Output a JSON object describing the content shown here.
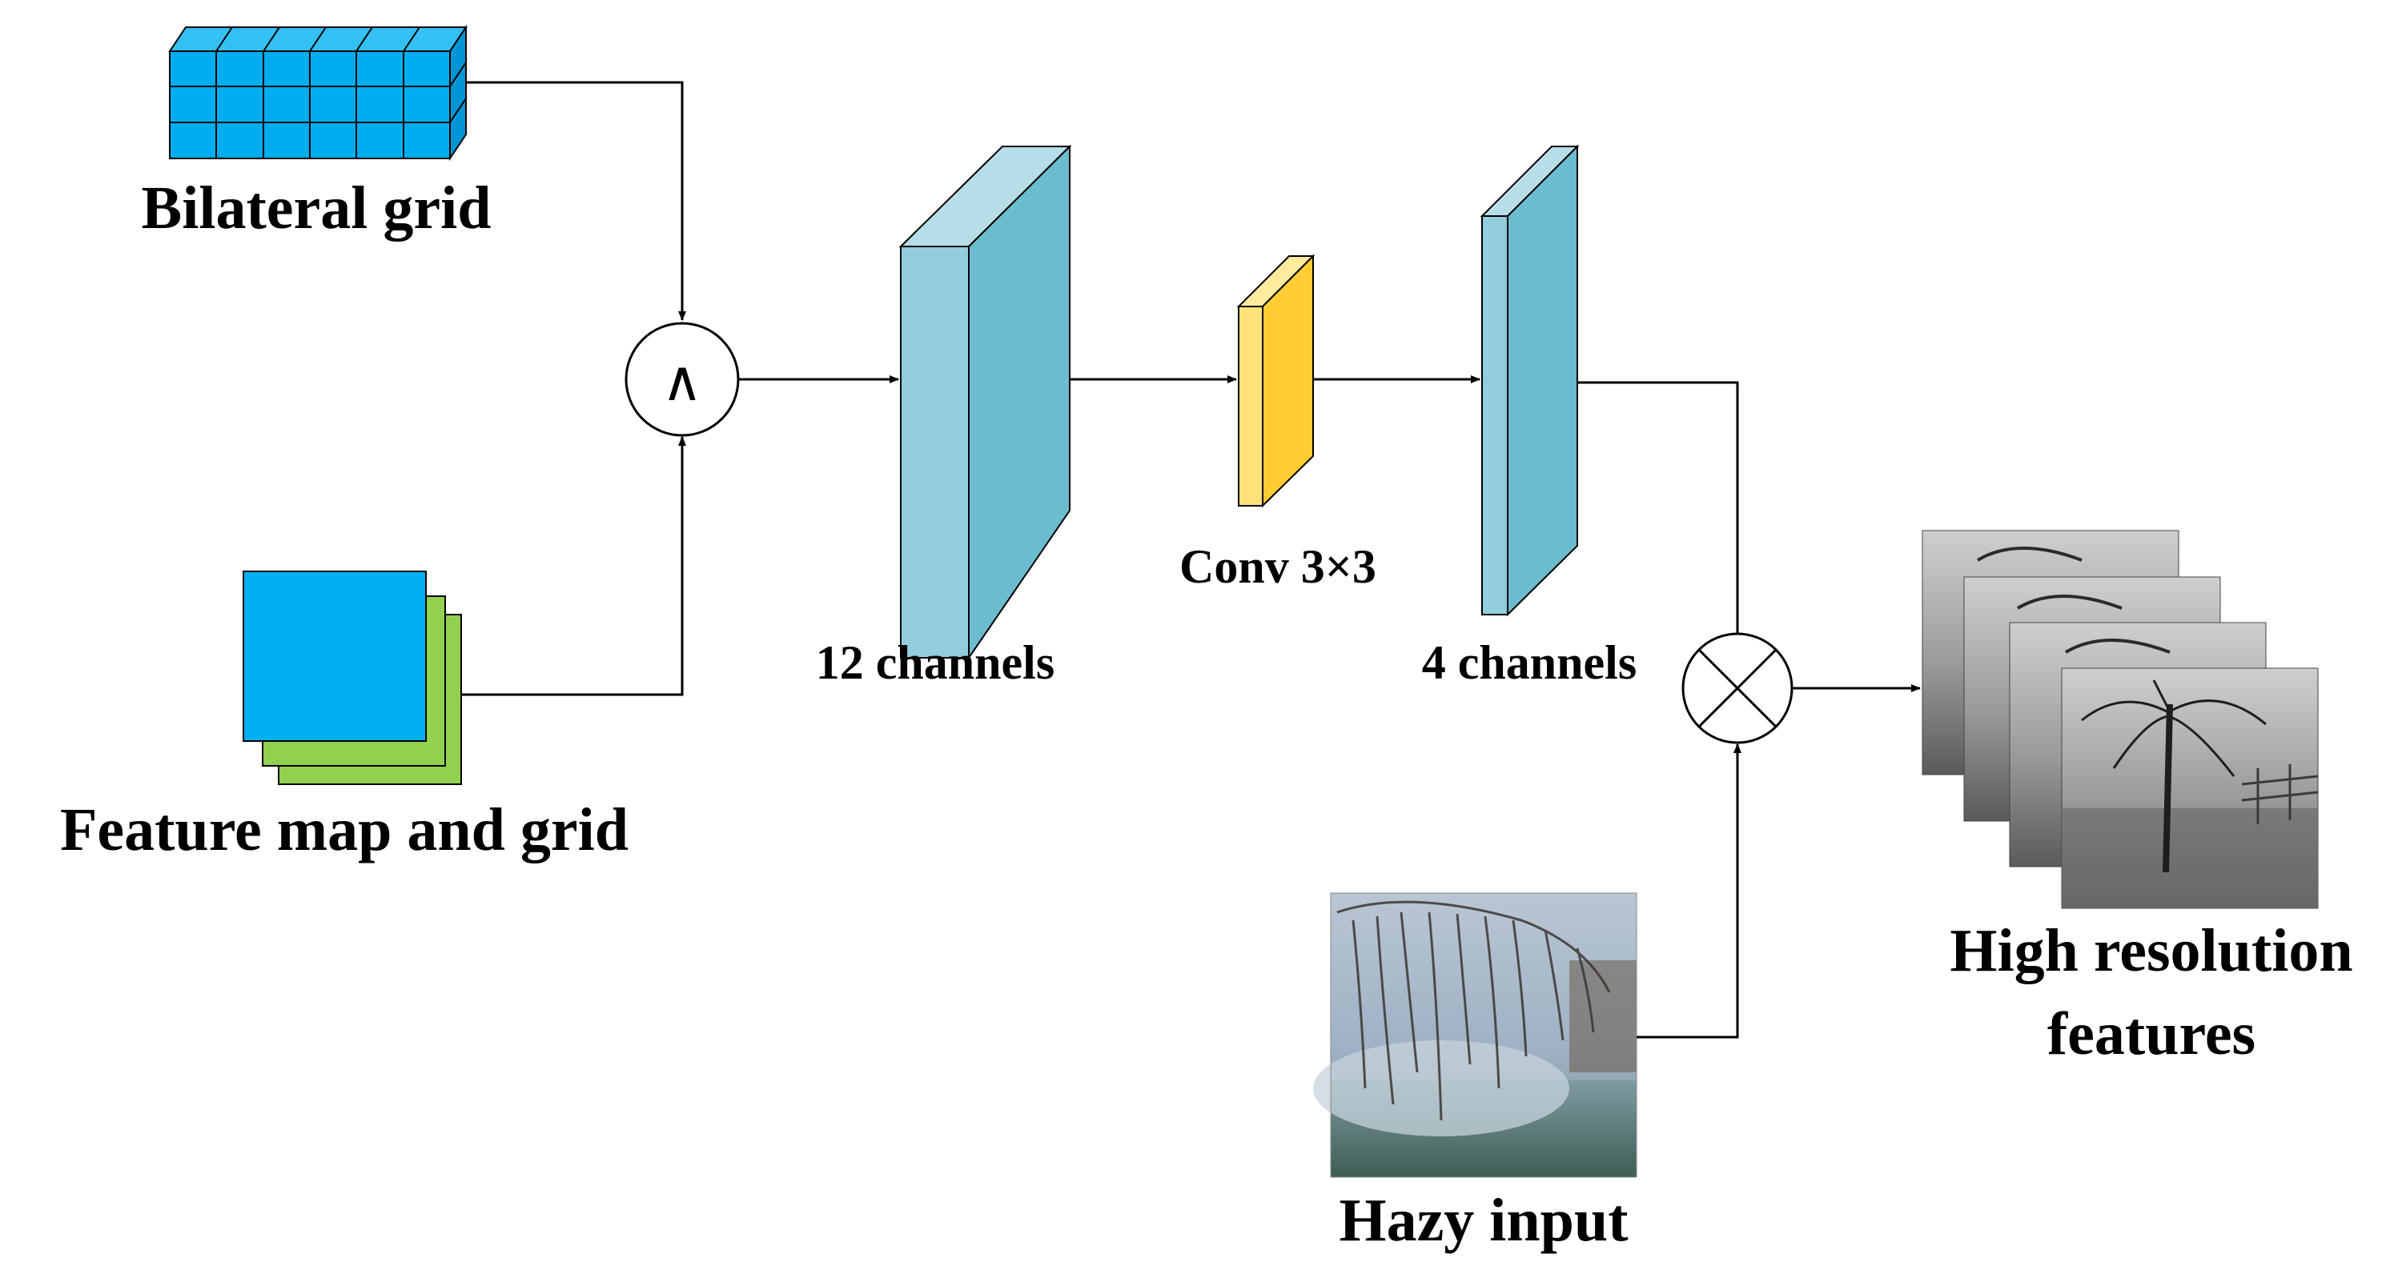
{
  "labels": {
    "bilateral_grid": "Bilateral grid",
    "feature_map_and_grid": "Feature map and grid",
    "slice_symbol": "∧",
    "channels_12": "12 channels",
    "conv": "Conv 3×3",
    "channels_4": "4 channels",
    "hazy_input": "Hazy input",
    "high_res_line1": "High resolution",
    "high_res_line2": "features"
  },
  "colors": {
    "grid_blue": "#00AEEF",
    "feature_blue": "#00B0F0",
    "feature_green": "#92D050",
    "block_front": "#92CDDC",
    "block_side": "#6BBCCF",
    "block_top": "#B7DEE8",
    "conv_front": "#FFE37A",
    "conv_side": "#FFCC33",
    "conv_top": "#FFEB9C",
    "line": "#000000"
  },
  "icons": {
    "slice_operator": "wedge-circle-icon",
    "multiply_operator": "circle-x-icon"
  }
}
